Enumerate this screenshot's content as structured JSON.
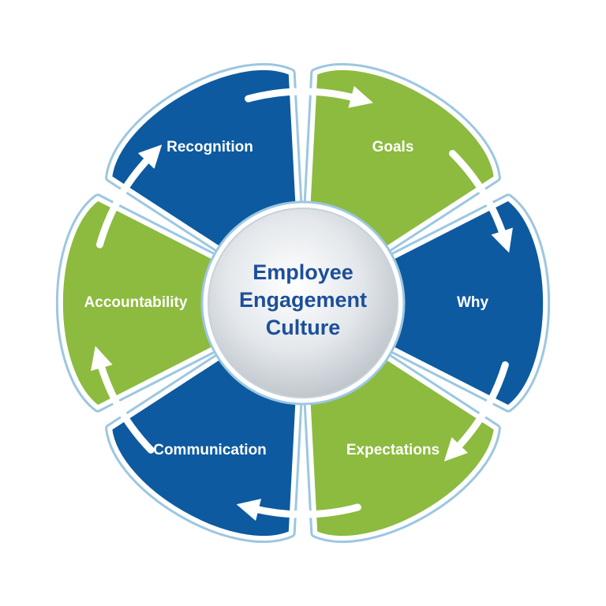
{
  "center": {
    "lines": [
      "Employee",
      "Engagement",
      "Culture"
    ]
  },
  "segments": [
    {
      "label": "Goals",
      "color": "#8cbb3f"
    },
    {
      "label": "Why",
      "color": "#0d5aa0"
    },
    {
      "label": "Expectations",
      "color": "#8cbb3f"
    },
    {
      "label": "Communication",
      "color": "#0d5aa0"
    },
    {
      "label": "Accountability",
      "color": "#8cbb3f"
    },
    {
      "label": "Recognition",
      "color": "#0d5aa0"
    }
  ],
  "colors": {
    "green": "#8cbb3f",
    "blue": "#0d5aa0",
    "outline": "#9cc7e0",
    "center_text": "#1c4f9a",
    "arrow": "#ffffff"
  },
  "arrows_direction": "clockwise"
}
